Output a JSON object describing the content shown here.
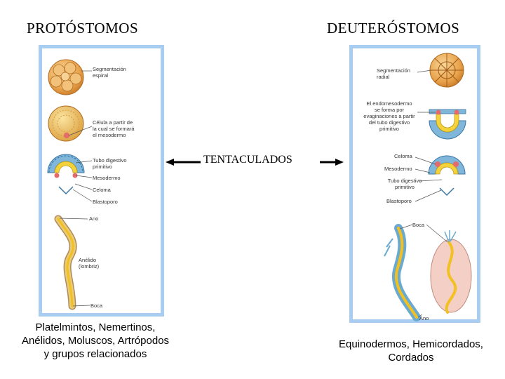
{
  "headings": {
    "left": "PROTÓSTOMOS",
    "right": "DEUTERÓSTOMOS"
  },
  "center_label": "TENTACULADOS",
  "protostomes": {
    "labels": {
      "segmentation": "Segmentación\nespiral",
      "cell": "Célula a partir de\nla cual se formará\nel mesodermo",
      "gut": "Tubo digestivo\nprimitivo",
      "mesoderm": "Mesodermo",
      "coelom": "Celoma",
      "blastopore": "Blastoporo",
      "anus": "Ano",
      "annelid": "Anélido\n(lombriz)",
      "mouth": "Boca"
    },
    "caption": "Platelmintos, Nemertinos,\nAnélidos, Moluscos, Artrópodos\ny grupos relacionados"
  },
  "deuterostomes": {
    "labels": {
      "segmentation": "Segmentación\nradial",
      "endomesoderm": "El endomesodermo\nse forma por\nevaginaciones a partir\ndel tubo digestivo\nprimitivo",
      "coelom": "Celoma",
      "mesoderm": "Mesodermo",
      "gut": "Tubo digestivo\nprimitivo",
      "blastopore": "Blastoporo",
      "mouth": "Boca",
      "anus": "Ano"
    },
    "caption": "Equinodermos, Hemicordados,\nCordados"
  },
  "colors": {
    "panel_border": "#a9cdf0",
    "egg": "#e8a24a",
    "ectoderm": "#7fb6d9",
    "endoderm": "#f3d23c",
    "mesoderm": "#e46b6b"
  }
}
